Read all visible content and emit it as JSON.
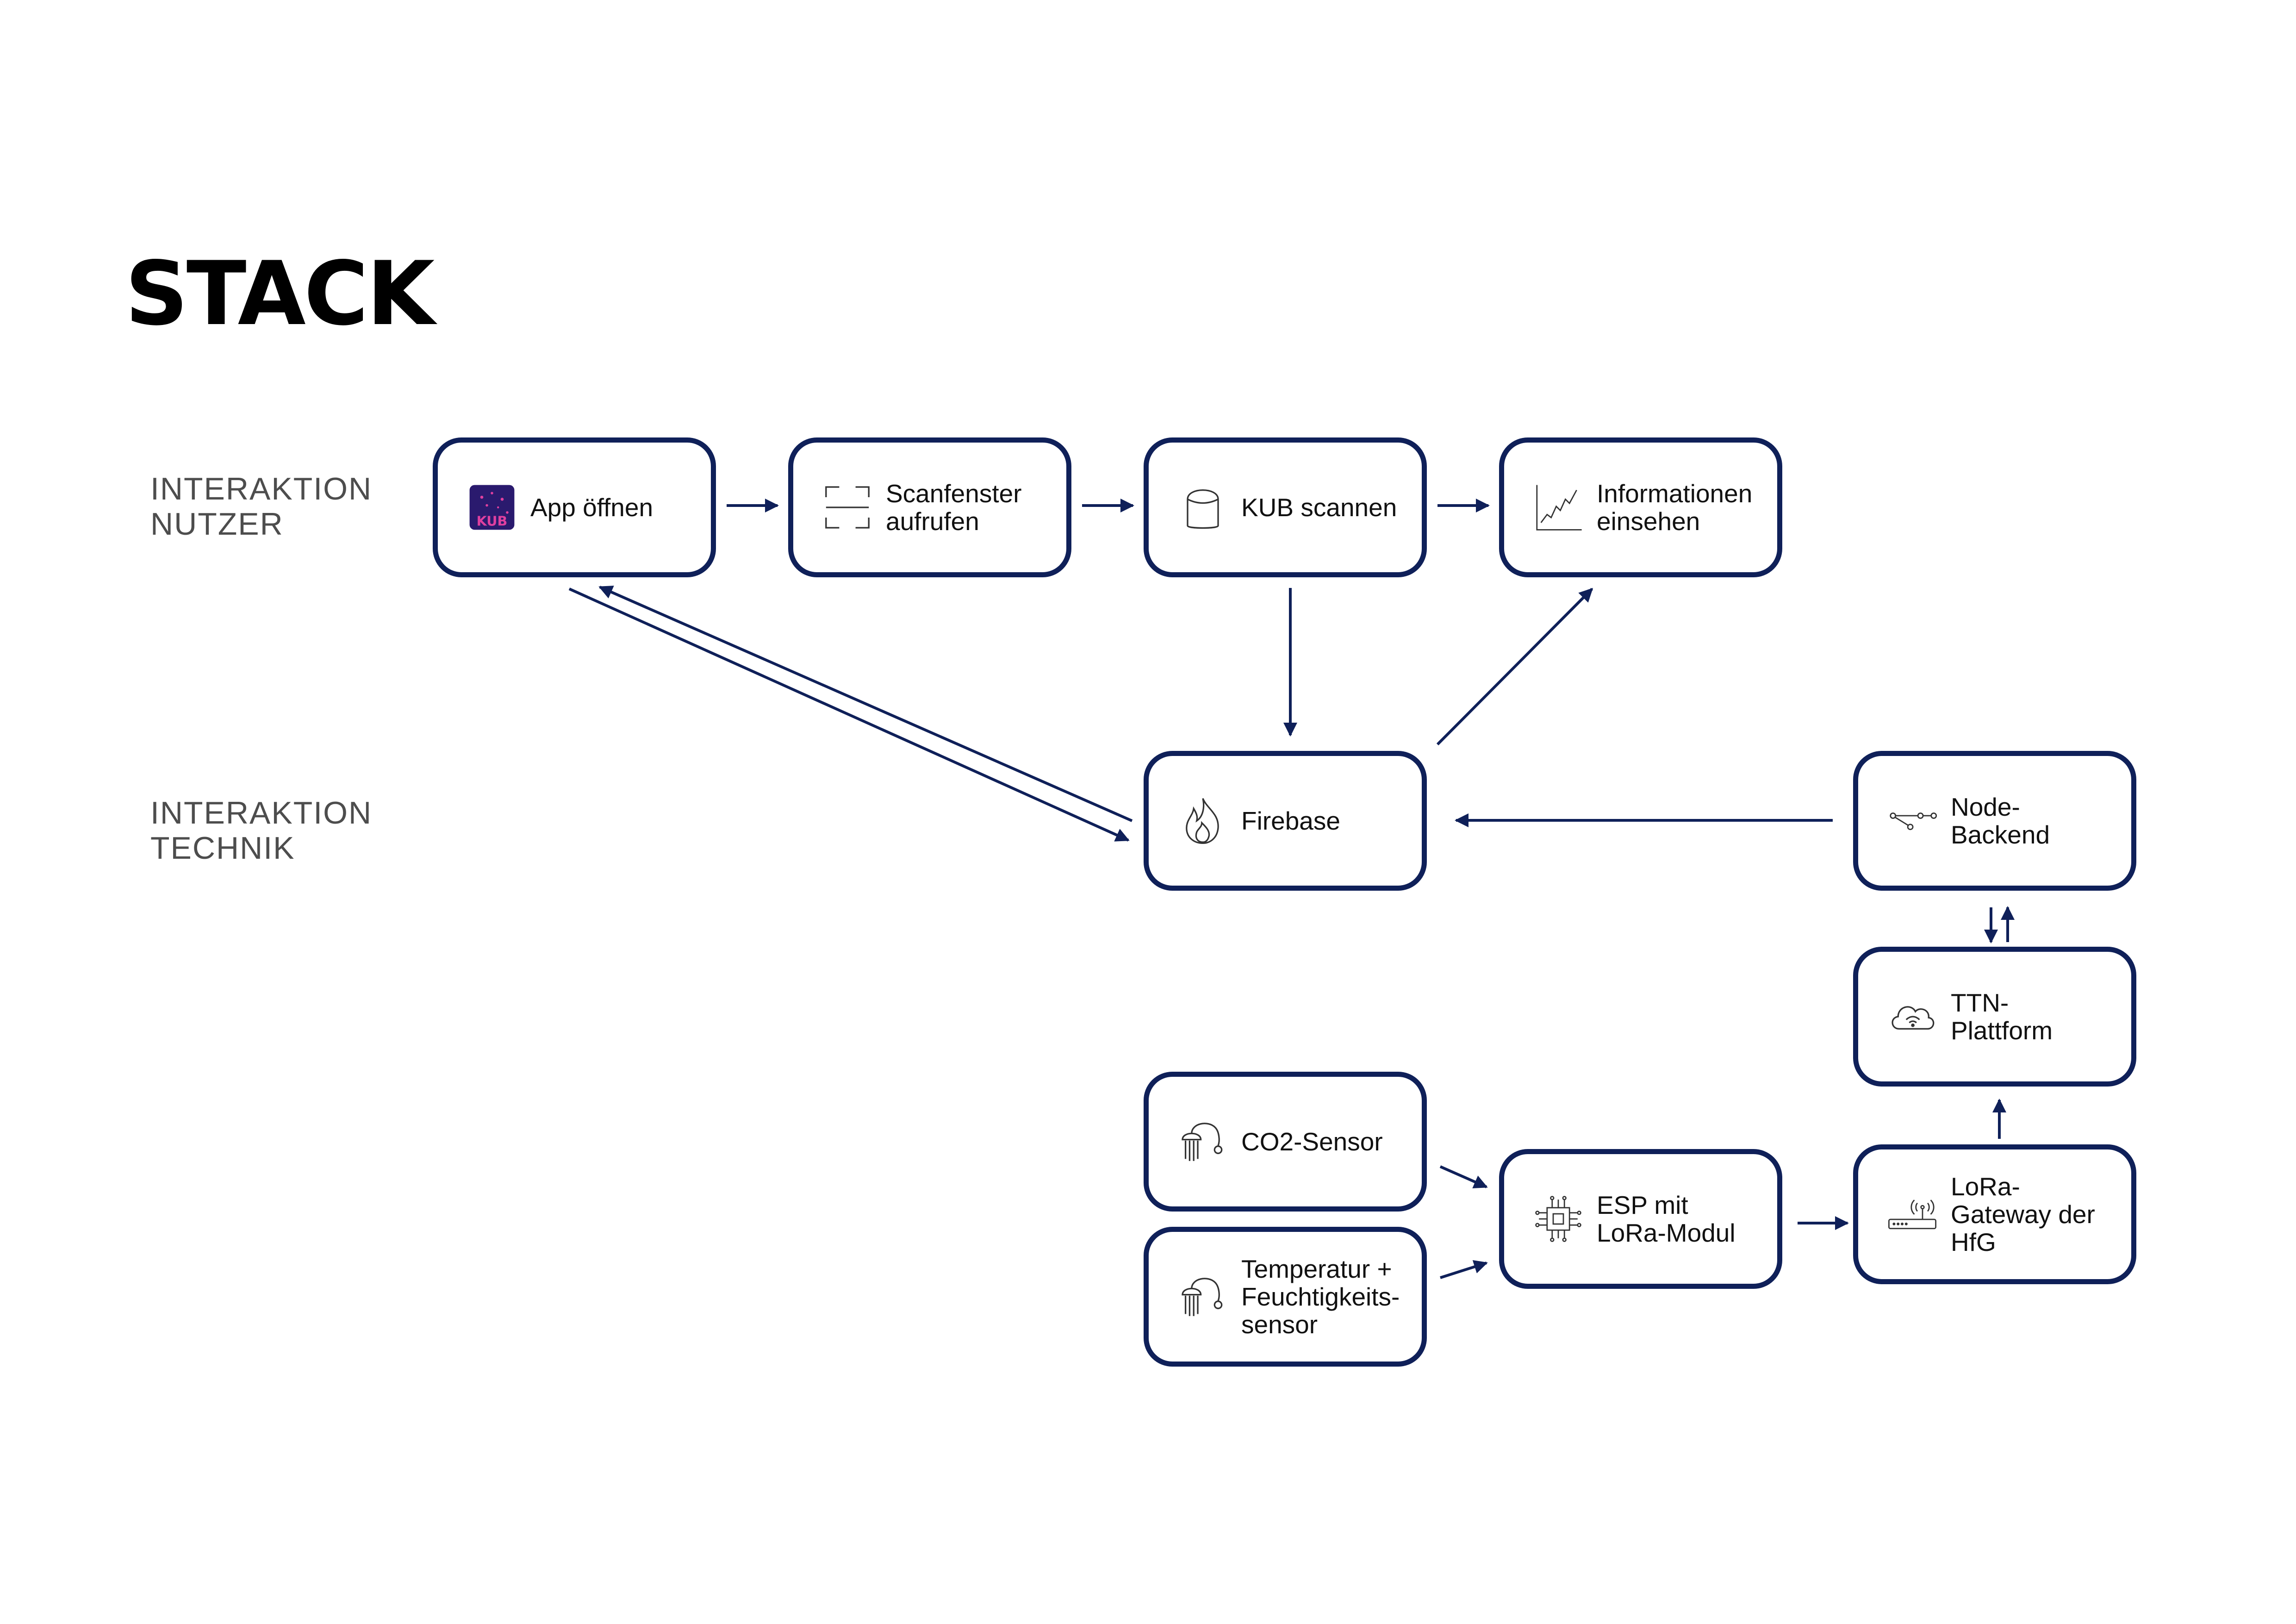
{
  "title": "STACK",
  "lanes": {
    "user": [
      "INTERAKTION",
      "NUTZER"
    ],
    "tech": [
      "INTERAKTION",
      "TECHNIK"
    ]
  },
  "colors": {
    "accent": "#0f2059",
    "app_icon_bg": "#2a1a6e",
    "app_icon_text": "#e040a0"
  },
  "nodes": {
    "app": {
      "lines": [
        "App öffnen"
      ],
      "icon": "kub-app-icon",
      "icon_text": "KUB"
    },
    "scan": {
      "lines": [
        "Scanfenster",
        "aufrufen"
      ],
      "icon": "scan-frame-icon"
    },
    "kub": {
      "lines": [
        "KUB scannen"
      ],
      "icon": "device-icon"
    },
    "info": {
      "lines": [
        "Informationen",
        "einsehen"
      ],
      "icon": "line-chart-icon"
    },
    "firebase": {
      "lines": [
        "Firebase"
      ],
      "icon": "flame-icon"
    },
    "node": {
      "lines": [
        "Node-",
        "Backend"
      ],
      "icon": "node-graph-icon"
    },
    "ttn": {
      "lines": [
        "TTN-",
        "Plattform"
      ],
      "icon": "cloud-wifi-icon"
    },
    "co2": {
      "lines": [
        "CO2-Sensor"
      ],
      "icon": "sensor-icon"
    },
    "temp": {
      "lines": [
        "Temperatur +",
        "Feuchtigkeits-",
        "sensor"
      ],
      "icon": "sensor-icon"
    },
    "esp": {
      "lines": [
        "ESP mit",
        "LoRa-Modul"
      ],
      "icon": "chip-icon"
    },
    "gateway": {
      "lines": [
        "LoRa-",
        "Gateway der",
        "HfG"
      ],
      "icon": "router-icon"
    }
  },
  "edges": [
    {
      "from": "app",
      "to": "scan"
    },
    {
      "from": "scan",
      "to": "kub"
    },
    {
      "from": "kub",
      "to": "info"
    },
    {
      "from": "kub",
      "to": "firebase"
    },
    {
      "from": "firebase",
      "to": "info"
    },
    {
      "from": "app",
      "to": "firebase"
    },
    {
      "from": "firebase",
      "to": "app"
    },
    {
      "from": "node",
      "to": "firebase"
    },
    {
      "from": "node",
      "to": "ttn"
    },
    {
      "from": "ttn",
      "to": "node"
    },
    {
      "from": "gateway",
      "to": "ttn"
    },
    {
      "from": "esp",
      "to": "gateway"
    },
    {
      "from": "co2",
      "to": "esp"
    },
    {
      "from": "temp",
      "to": "esp"
    }
  ]
}
